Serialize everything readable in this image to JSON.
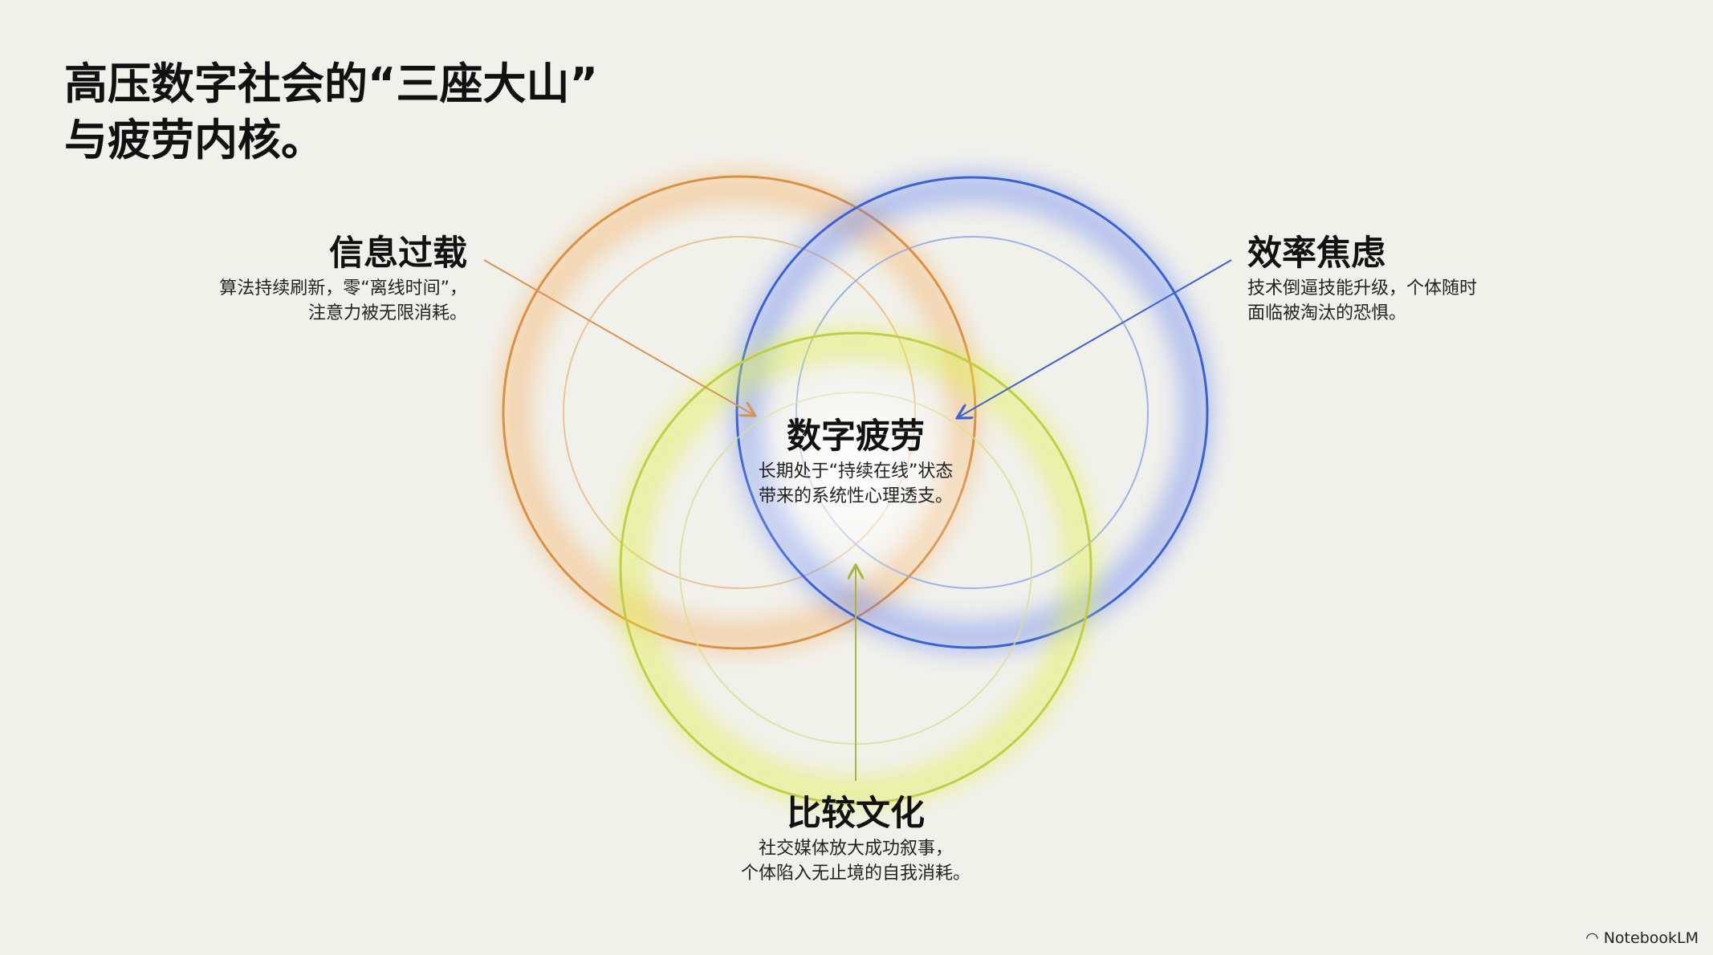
{
  "title": {
    "line1": "高压数字社会的“三座大山”",
    "line2": "与疲劳内核。"
  },
  "pressures": [
    {
      "name": "信息过载",
      "line1": "算法持续刷新，零“离线时间”，",
      "line2": "注意力被无限消耗。",
      "color": "#e8a050"
    },
    {
      "name": "效率焦虑",
      "line1": "技术倒逼技能升级，个体随时",
      "line2": "面临被淘汰的恐惧。",
      "color": "#3a62d8"
    },
    {
      "name": "比较文化",
      "line1": "社交媒体放大成功叙事，",
      "line2": "个体陷入无止境的自我消耗。",
      "color": "#c8d83a"
    }
  ],
  "core": {
    "name": "数字疲劳",
    "line1": "长期处于“持续在线”状态",
    "line2": "带来的系统性心理透支。"
  },
  "brand": "NotebookLM"
}
